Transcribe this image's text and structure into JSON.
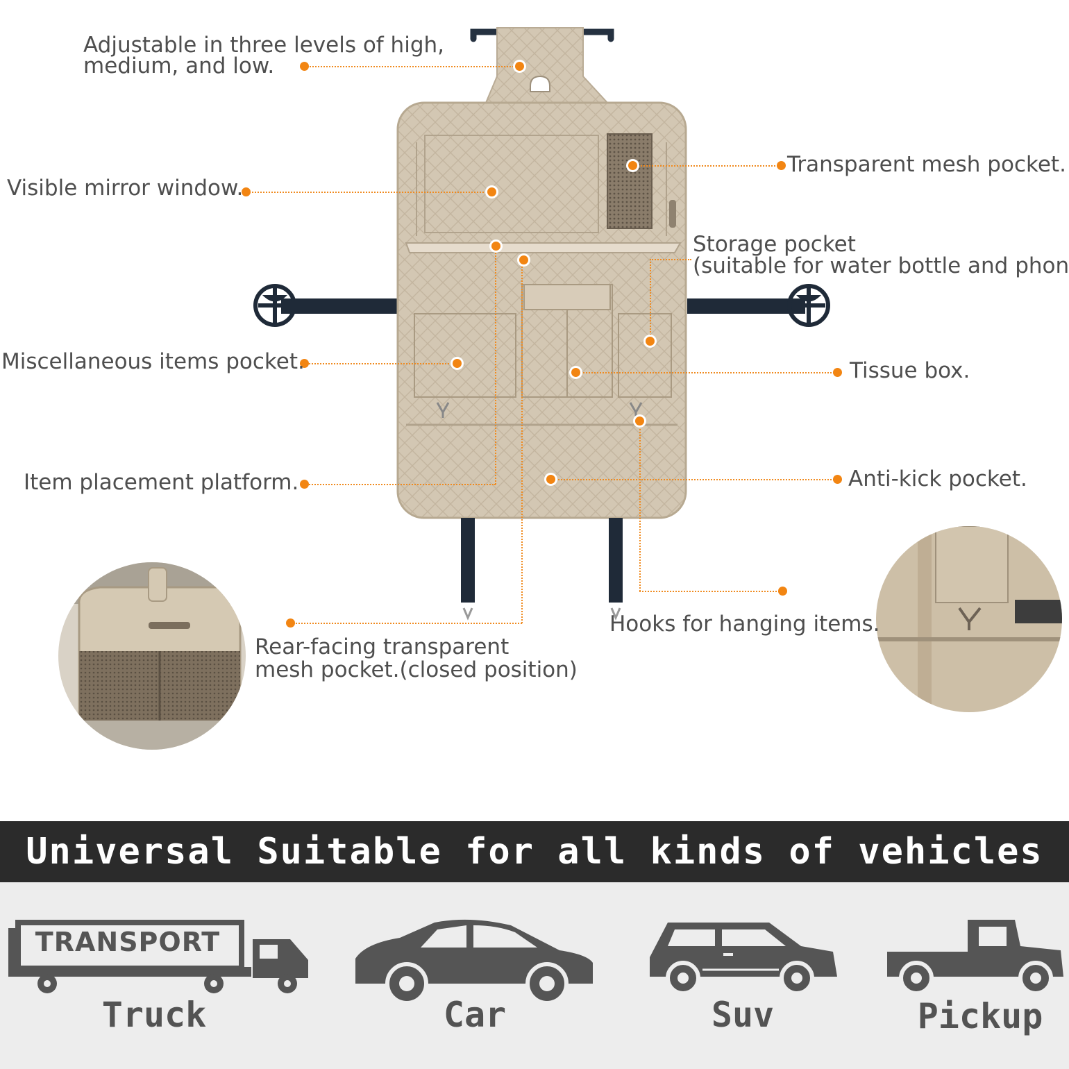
{
  "callouts": {
    "adjustable": {
      "line1": "Adjustable in three levels of high,",
      "line2": "medium, and low."
    },
    "mirror_window": "Visible mirror window.",
    "mesh_pocket": "Transparent mesh pocket.",
    "storage_pocket": {
      "line1": "Storage pocket",
      "line2": "(suitable for water bottle and phone)."
    },
    "misc_pocket": "Miscellaneous items pocket.",
    "tissue_box": "Tissue box.",
    "platform": "Item placement platform.",
    "anti_kick": "Anti-kick pocket.",
    "hooks": "Hooks for hanging items.",
    "rear_mesh": {
      "line1": "Rear-facing transparent",
      "line2": "mesh pocket.(closed position)"
    }
  },
  "banner": {
    "text": "Universal Suitable for all kinds of vehicles"
  },
  "vehicles": [
    {
      "name": "Truck",
      "badge": "TRANSPORT",
      "icon": "truck-icon"
    },
    {
      "name": "Car",
      "icon": "car-icon"
    },
    {
      "name": "Suv",
      "icon": "suv-icon"
    },
    {
      "name": "Pickup",
      "icon": "pickup-icon"
    }
  ],
  "colors": {
    "accent": "#f28512",
    "beige": "#d4c8b5",
    "banner_bg": "#2b2b2b",
    "icon": "#555555",
    "vehicle_bg": "#ededed"
  }
}
